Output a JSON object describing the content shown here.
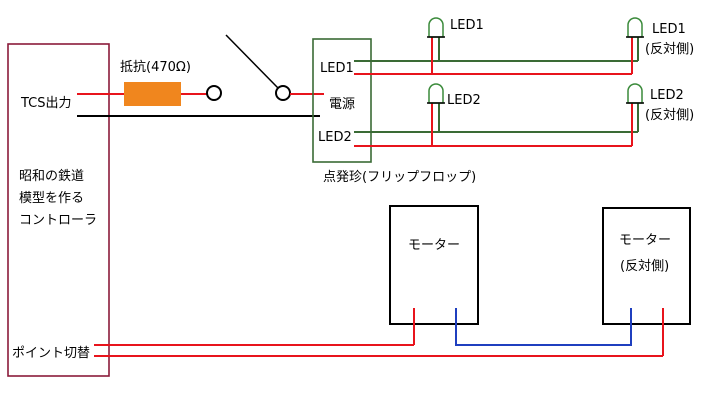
{
  "controller": {
    "tcs_out_label": "TCS出力",
    "desc_line1": "昭和の鉄道",
    "desc_line2": "模型を作る",
    "desc_line3": "コントローラ",
    "point_switch_label": "ポイント切替"
  },
  "resistor": {
    "label": "抵抗(470Ω)"
  },
  "flipflop": {
    "led1_label": "LED1",
    "power_label": "電源",
    "led2_label": "LED2",
    "caption": "点発珍(フリップフロップ)"
  },
  "leds": {
    "led1_near": "LED1",
    "led1_far": "LED1",
    "led1_far_sub": "(反対側)",
    "led2_near": "LED2",
    "led2_far": "LED2",
    "led2_far_sub": "(反対側)"
  },
  "motors": {
    "near_label": "モーター",
    "far_label": "モーター",
    "far_sub": "(反対側)"
  },
  "colors": {
    "controller_border": "#8b1a3a",
    "resistor_fill": "#f0861e",
    "wire_red": "#e8141c",
    "wire_green": "#3a6b35",
    "wire_blue": "#1f3fbf",
    "wire_black": "#000000",
    "led_green": "#3a8a3a"
  }
}
